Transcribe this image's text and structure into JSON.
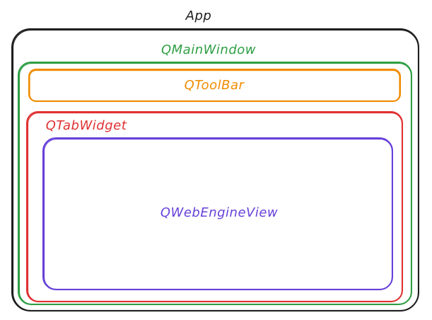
{
  "labels": {
    "app": "App",
    "main_window": "QMainWindow",
    "toolbar": "QToolBar",
    "tab_widget": "QTabWidget",
    "web_view": "QWebEngineView"
  },
  "colors": {
    "app": "#1e1e1e",
    "main_window": "#2f9e44",
    "toolbar": "#f08c00",
    "tab_widget": "#e03131",
    "web_view": "#6741d9"
  }
}
